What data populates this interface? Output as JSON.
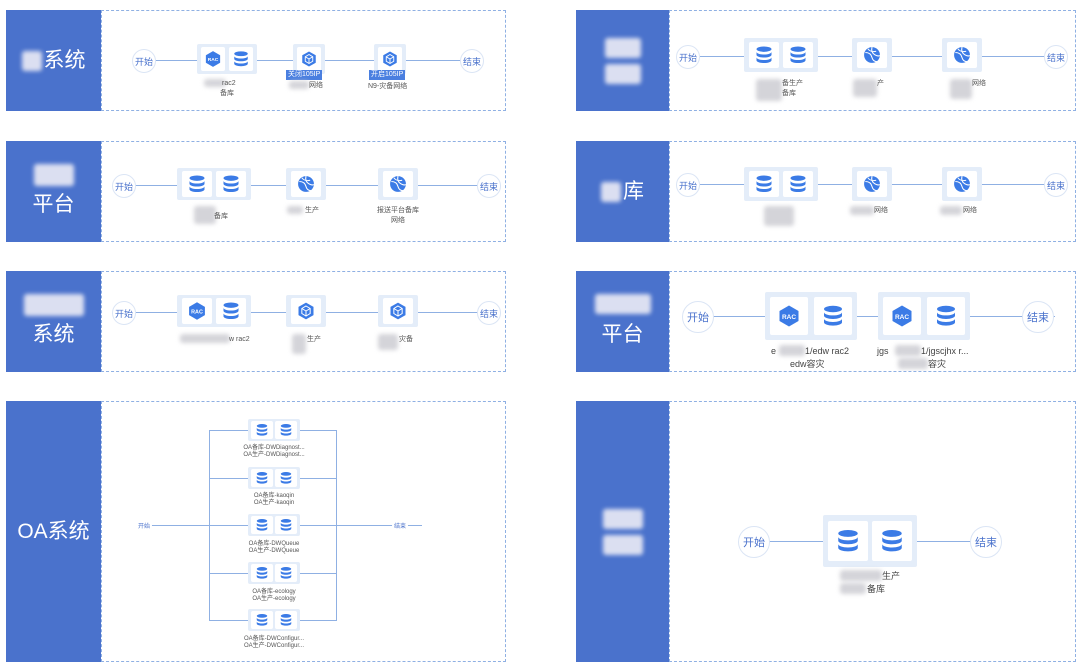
{
  "start_label": "开始",
  "end_label": "结束",
  "panels": {
    "p1": {
      "title": "系统",
      "labels": [
        "rac2",
        "备库",
        "网络",
        "N9-灾备网络"
      ],
      "tags": [
        "关闭105IP",
        "开启105IP"
      ]
    },
    "p2": {
      "title": "平台",
      "labels": [
        "备库",
        "生产",
        "报送平台备库",
        "网络"
      ]
    },
    "p3": {
      "title": "系统",
      "labels": [
        "w rac2",
        "生产",
        "灾备"
      ]
    },
    "p4": {
      "title": "OA系统",
      "rows": [
        [
          "OA备库-DWDiagnost...",
          "OA生产-DWDiagnost..."
        ],
        [
          "OA备库-kaoqin",
          "OA生产-kaoqin"
        ],
        [
          "OA备库-DWQueue",
          "OA生产-DWQueue"
        ],
        [
          "OA备库-ecology",
          "OA生产-ecology"
        ],
        [
          "OA备库-DWConfigur...",
          "OA生产-DWConfigur..."
        ]
      ]
    },
    "p5": {
      "title_top": "",
      "title_bottom": "",
      "labels": [
        "备生产",
        "备库",
        "产",
        "网络"
      ]
    },
    "p6": {
      "title": "库",
      "labels": [
        "网络",
        "网络"
      ]
    },
    "p7": {
      "title": "平台",
      "labels": [
        "e",
        "1/edw rac2",
        "edw容灾",
        "jgs",
        "1/jgscjhx r...",
        "容灾"
      ]
    },
    "p8": {
      "title": "",
      "labels": [
        "生产",
        "备库"
      ]
    }
  }
}
